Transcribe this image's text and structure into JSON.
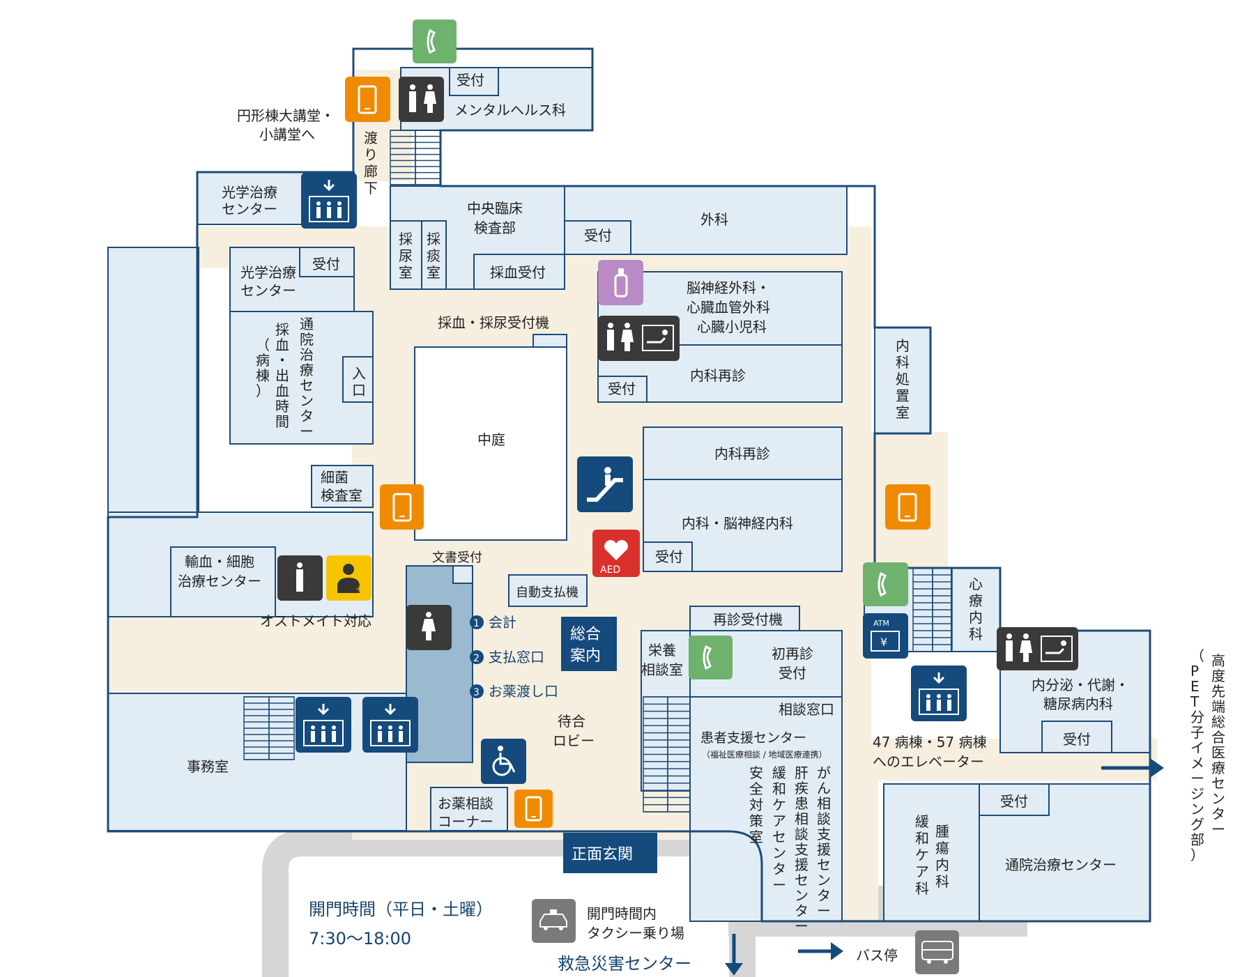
{
  "colors": {
    "wall": "#1c4b78",
    "room": "#e2ecf4",
    "corridor": "#f6efdf",
    "icon_dark": "#3a3a3a",
    "icon_navy": "#154a7c",
    "phone_orange": "#f08a00",
    "payphone_green": "#6fb26e",
    "nursing_purple": "#b88bc6",
    "ostomate_yellow": "#f7c500",
    "aed_red": "#d9302c",
    "atm_navy": "#154a7c",
    "road_gray": "#d6d6d6",
    "toilet_blue": "#9bb9cf"
  },
  "labels": {
    "to_lecture": [
      "円形棟大講堂・",
      "小講堂へ"
    ],
    "corridor_link": [
      "渡",
      "り",
      "廊",
      "下"
    ],
    "reception": "受付",
    "mental_health": "メンタルヘルス科",
    "optical_center_top": [
      "光学治療",
      "センター"
    ],
    "optical_center_left": [
      "光学治療",
      "センター"
    ],
    "central_lab": [
      "中央臨床",
      "検査部"
    ],
    "surgery": "外科",
    "urine_room": [
      "採",
      "尿",
      "室"
    ],
    "sputum_room": [
      "採",
      "痰",
      "室"
    ],
    "blood_reception": "採血受付",
    "blood_urine_machine": "採血・採尿受付機",
    "neuro_surgery": [
      "脳神経外科・",
      "心臓血管外科",
      "心臓小児科"
    ],
    "internal_revisit_1": "内科再診",
    "internal_revisit_2": "内科再診",
    "internal_treatment": [
      "内",
      "科",
      "処",
      "置",
      "室"
    ],
    "outpatient_col1": [
      "通",
      "院",
      "治",
      "療",
      "セ",
      "ン",
      "タ",
      "ー"
    ],
    "outpatient_col2": [
      "採",
      "血",
      "・",
      "出",
      "血",
      "時",
      "間"
    ],
    "outpatient_col3": [
      "（",
      "病",
      "棟",
      "）"
    ],
    "entrance": [
      "入",
      "口"
    ],
    "courtyard": "中庭",
    "bacteria_lab": [
      "細菌",
      "検査室"
    ],
    "internal_neuro": "内科・脳神経内科",
    "transfusion": [
      "輸血・細胞",
      "治療センター"
    ],
    "ostomate": "オストメイト対応",
    "document_reception": "文書受付",
    "auto_payment": "自動支払機",
    "accounting": "会計",
    "payment_window": "支払窓口",
    "medicine_pickup": "お薬渡し口",
    "info_desk": [
      "総合",
      "案内"
    ],
    "nutrition": [
      "栄養",
      "相談室"
    ],
    "revisit_machine": "再診受付機",
    "first_revisit": [
      "初再診",
      "受付"
    ],
    "consult_window": "相談窓口",
    "patient_support": "患者支援センター",
    "patient_support_sub": "（福祉医療相談 / 地域医療連携）",
    "safety_col": [
      "安",
      "全",
      "対",
      "策",
      "室"
    ],
    "palliative_col": [
      "緩",
      "和",
      "ケ",
      "ア",
      "セ",
      "ン",
      "タ",
      "ー"
    ],
    "liver_col": [
      "肝",
      "疾",
      "患",
      "相",
      "談",
      "支",
      "援",
      "セ",
      "ン",
      "タ",
      "ー"
    ],
    "cancer_col": [
      "が",
      "ん",
      "相",
      "談",
      "支",
      "援",
      "セ",
      "ン",
      "タ",
      "ー"
    ],
    "waiting_lobby": [
      "待合",
      "ロビー"
    ],
    "office": "事務室",
    "medicine_consult": [
      "お薬相談",
      "コーナー"
    ],
    "cardiology": [
      "心",
      "療",
      "内",
      "科"
    ],
    "endocrine": [
      "内分泌・代謝・",
      "糖尿病内科"
    ],
    "elevator_ward": [
      "47 病棟・57 病棟",
      "へのエレベーター"
    ],
    "tumor_col": [
      "腫",
      "瘍",
      "内",
      "科"
    ],
    "palliative_care_col": [
      "緩",
      "和",
      "ケ",
      "ア",
      "科"
    ],
    "outpatient_center": "通院治療センター",
    "pet_col1": [
      "高",
      "度",
      "先",
      "端",
      "総",
      "合",
      "医",
      "療",
      "セ",
      "ン",
      "タ",
      "ー"
    ],
    "pet_col2": [
      "（",
      "P",
      "E",
      "T",
      "分",
      "子",
      "イ",
      "メ",
      "ー",
      "ジ",
      "ン",
      "グ",
      "部",
      "）"
    ],
    "main_entrance": "正面玄関",
    "gate_hours_title": "開門時間（平日・土曜）",
    "gate_hours_time": "7:30〜18:00",
    "taxi": [
      "開門時間内",
      "タクシー乗り場"
    ],
    "emergency": "救急災害センター",
    "bus_stop": "バス停",
    "atm": "ATM",
    "aed": "AED",
    "num1": "1",
    "num2": "2",
    "num3": "3"
  },
  "icons": [
    "payphone-icon",
    "mobile-phone-icon",
    "restroom-icon",
    "elevator-icon",
    "nursing-room-icon",
    "baby-care-icon",
    "escalator-icon",
    "aed-icon",
    "ostomate-icon",
    "toilet-female-icon",
    "accessible-icon",
    "atm-icon",
    "taxi-icon",
    "bus-icon",
    "arrow-icon"
  ]
}
